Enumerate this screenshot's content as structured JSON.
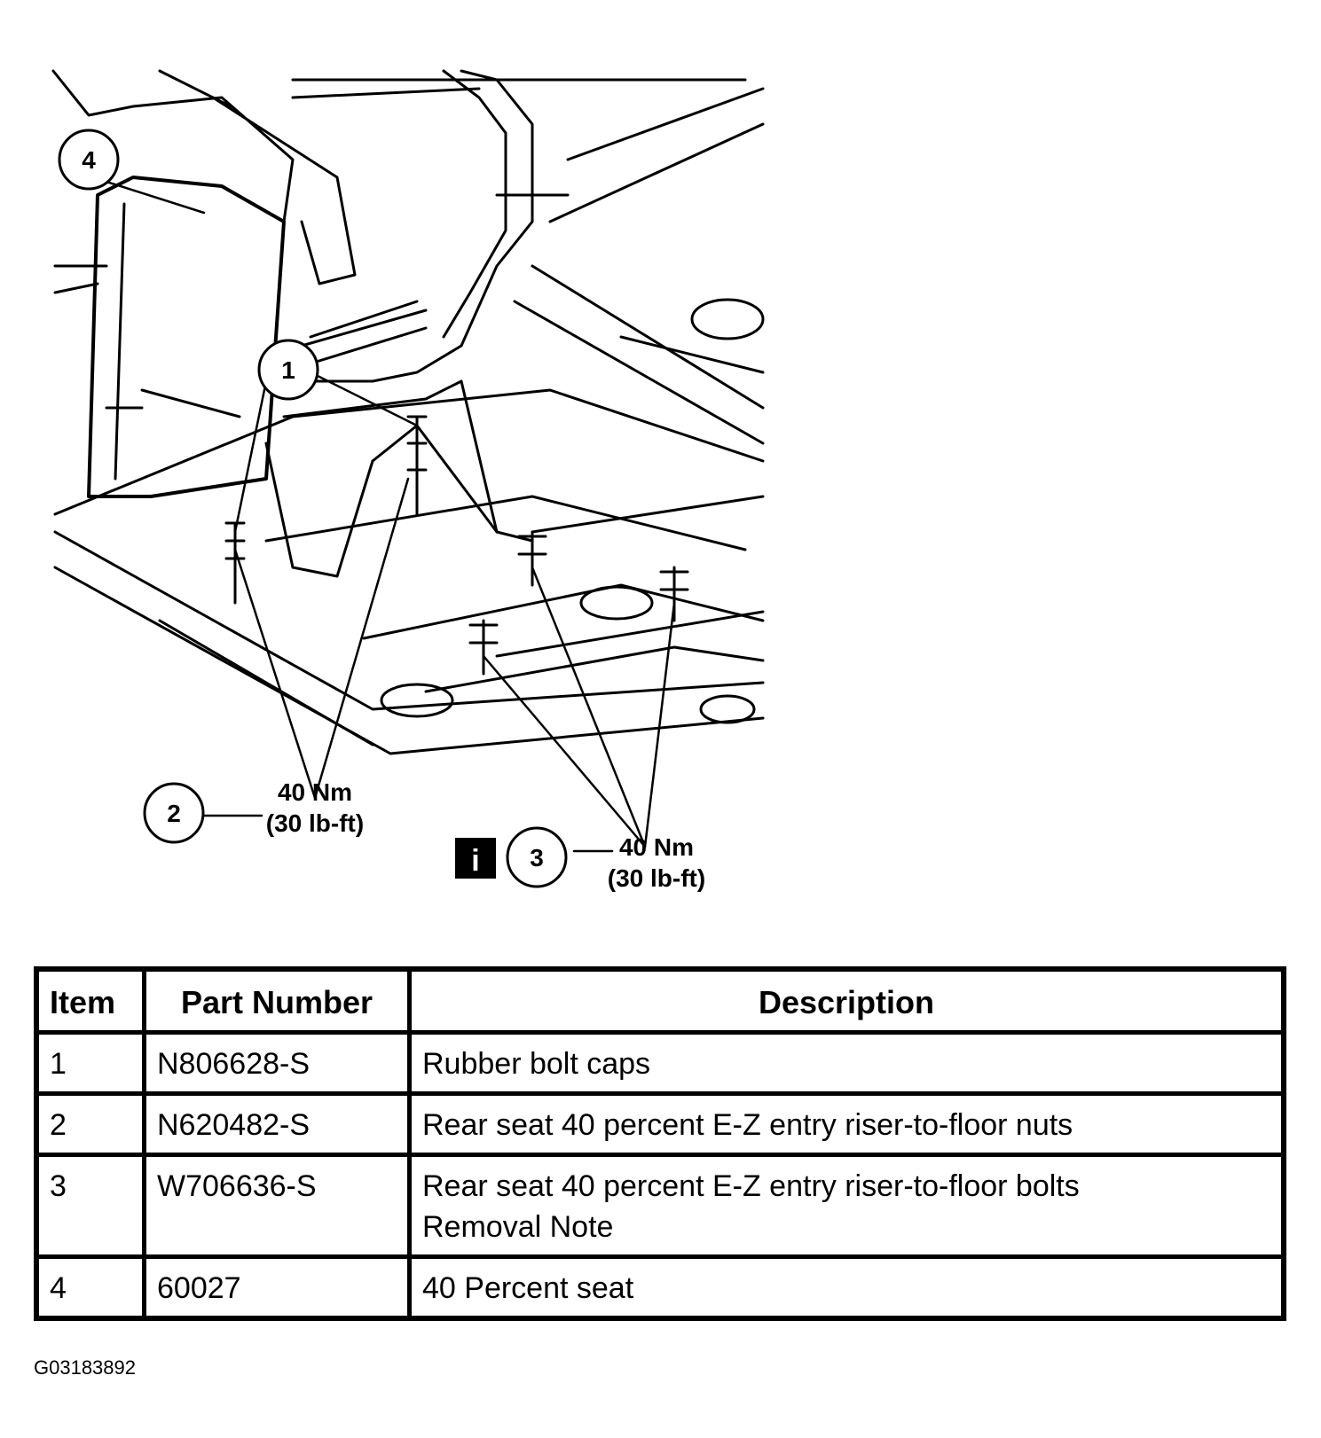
{
  "diagram": {
    "callouts": [
      {
        "number": "1"
      },
      {
        "number": "2",
        "torque_nm": "40 Nm",
        "torque_lbft": "(30 lb-ft)"
      },
      {
        "number": "3",
        "torque_nm": "40 Nm",
        "torque_lbft": "(30 lb-ft)"
      },
      {
        "number": "4"
      }
    ],
    "info_icon": "i"
  },
  "table": {
    "headers": [
      "Item",
      "Part Number",
      "Description"
    ],
    "rows": [
      {
        "item": "1",
        "part_number": "N806628-S",
        "description": "Rubber bolt caps"
      },
      {
        "item": "2",
        "part_number": "N620482-S",
        "description": "Rear seat 40 percent E-Z entry riser-to-floor nuts"
      },
      {
        "item": "3",
        "part_number": "W706636-S",
        "description": "Rear seat 40 percent E-Z entry riser-to-floor bolts\nRemoval Note"
      },
      {
        "item": "4",
        "part_number": "60027",
        "description": "40 Percent seat"
      }
    ]
  },
  "figure_id": "G03183892"
}
